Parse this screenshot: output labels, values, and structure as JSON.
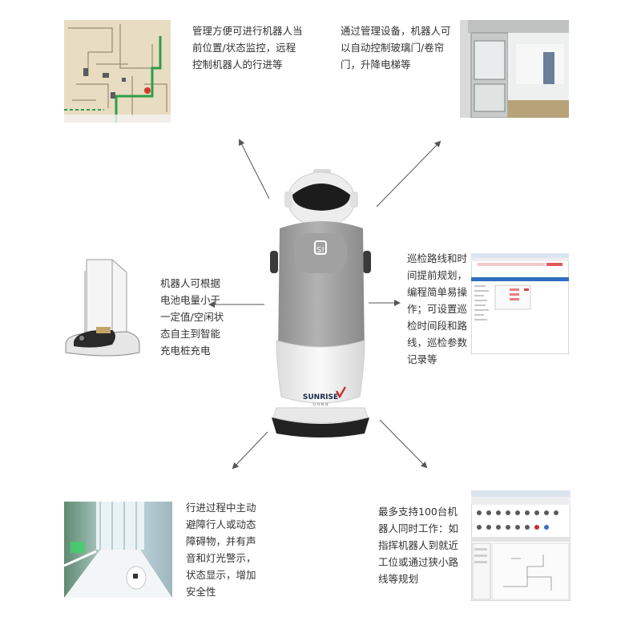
{
  "features": {
    "map_monitor": {
      "text": "管理方便可进行机器人当\n前位置/状态监控，远程\n控制机器人的行进等",
      "icon": "floor-map-image"
    },
    "device_control": {
      "text": "通过管理设备，机器人可\n以自动控制玻璃门/卷帘\n门，升降电梯等",
      "icon": "automatic-glass-door-image"
    },
    "auto_charge": {
      "text": "机器人可根据\n电池电量小于\n一定值/空闲状\n态自主到智能\n充电桩充电",
      "icon": "charging-station-image"
    },
    "patrol_plan": {
      "text": "巡检路线和时\n间提前规划，\n编程简单易操\n作；可设置巡\n检时间段和路\n线，巡检参数\n记录等",
      "icon": "patrol-software-screenshot"
    },
    "obstacle_avoid": {
      "text": "行进过程中主动\n避障行人或动态\n障碍物，并有声\n音和灯光警示，\n状态显示，增加\n安全性",
      "icon": "corridor-avoidance-image"
    },
    "multi_robot": {
      "text": "最多支持100台机\n器人同时工作：如\n指挥机器人到就近\n工位或通过狭小路\n线等规划",
      "icon": "fleet-software-screenshot"
    }
  },
  "robot": {
    "brand": "SUNRISE",
    "brand_sub": "日 升 科 技",
    "badge": "S!",
    "colors": {
      "body": "#a9a9a9",
      "shell": "#f2f2f2",
      "head": "#ececec",
      "visor": "#1c1c1c",
      "base": "#222222",
      "accent": "#c9302c"
    }
  },
  "arrow_color": "#555555"
}
